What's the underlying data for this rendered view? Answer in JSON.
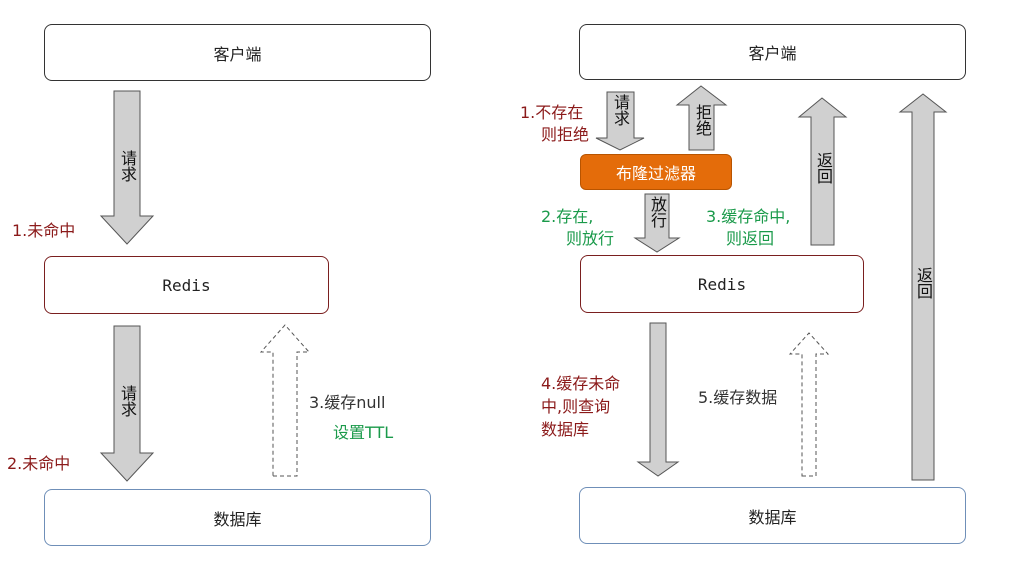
{
  "left": {
    "client_label": "客户端",
    "redis_label": "Redis",
    "db_label": "数据库",
    "arrow_request_1": "请求",
    "arrow_request_2": "请求",
    "miss_1": "1.未命中",
    "miss_2": "2.未命中",
    "cache_null_line1": "3.缓存null",
    "cache_null_line2": "设置TTL"
  },
  "right": {
    "client_label": "客户端",
    "filter_label": "布隆过滤器",
    "redis_label": "Redis",
    "db_label": "数据库",
    "arrow_request": "请求",
    "arrow_reject": "拒绝",
    "arrow_release": "放行",
    "arrow_return_1": "返回",
    "arrow_return_2": "返回",
    "not_exist_line1": "1.不存在",
    "not_exist_line2": "则拒绝",
    "exist_line1": "2.存在,",
    "exist_line2": "则放行",
    "hit_line1": "3.缓存命中,",
    "hit_line2": "则返回",
    "miss_line1": "4.缓存未命",
    "miss_line2": "中,则查询",
    "miss_line3": "数据库",
    "cache_data": "5.缓存数据"
  },
  "colors": {
    "filter": "#e46c0a",
    "red_text": "#8b1a1a",
    "green_text": "#1a9a4a",
    "arrow_fill": "#d0d0d0"
  }
}
